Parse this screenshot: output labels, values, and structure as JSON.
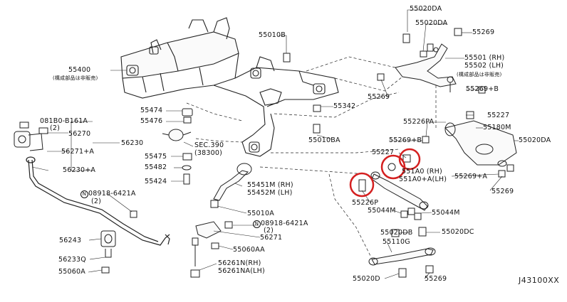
{
  "catalog_code": "J43100XX",
  "labels": {
    "p55020DA_top": "55020DA",
    "p55020DA_2": "55020DA",
    "p55269_tr": "55269",
    "p55010B": "55010B",
    "p55501": "55501 (RH)",
    "p55502": "55502 (LH)",
    "p55502_note": "(構成部品は非販売)",
    "p55400": "55400",
    "p55400_note": "(構成部品は非販売)",
    "p55269_b": "55269+B",
    "p55269_mid": "55269",
    "p55474": "55474",
    "p55342": "55342",
    "p55227_r": "55227",
    "p55476": "55476",
    "p55226PA": "55226PA",
    "p55180M": "55180M",
    "p081B0": "081B0-B161A",
    "p081B0_qty": "(2)",
    "p56270": "56270",
    "p56230": "56230",
    "p55010BA": "55010BA",
    "p55269_B2": "55269+B",
    "p55020DA_r": "55020DA",
    "pSEC390": "SEC.390",
    "p38300": "(38300)",
    "p56271A": "56271+A",
    "p55227_m": "55227",
    "p55475": "55475",
    "p551A0": "551A0 (RH)",
    "p551A0A": "551A0+A(LH)",
    "p55482": "55482",
    "p56230A": "56230+A",
    "p55269A": "55269+A",
    "p55424": "55424",
    "p55451M": "55451M (RH)",
    "p55452M": "55452M (LH)",
    "p55269_r2": "55269",
    "p08918_a": "08918-6421A",
    "p08918_a_qty": "(2)",
    "p55226P": "55226P",
    "p55044M_l": "55044M",
    "p55044M_r": "55044M",
    "p55010A": "55010A",
    "p08918_b": "08918-6421A",
    "p08918_b_qty": "(2)",
    "p56271": "56271",
    "p55020DB": "55020DB",
    "p55020DC": "55020DC",
    "p56243": "56243",
    "p55110G": "55110G",
    "p55060AA": "55060AA",
    "p56233Q": "56233Q",
    "p56261N": "56261N(RH)",
    "p56261NA": "56261NA(LH)",
    "p55060A": "55060A",
    "p55020D": "55020D",
    "p55269_bot": "55269"
  },
  "highlight_color": "#d42020"
}
